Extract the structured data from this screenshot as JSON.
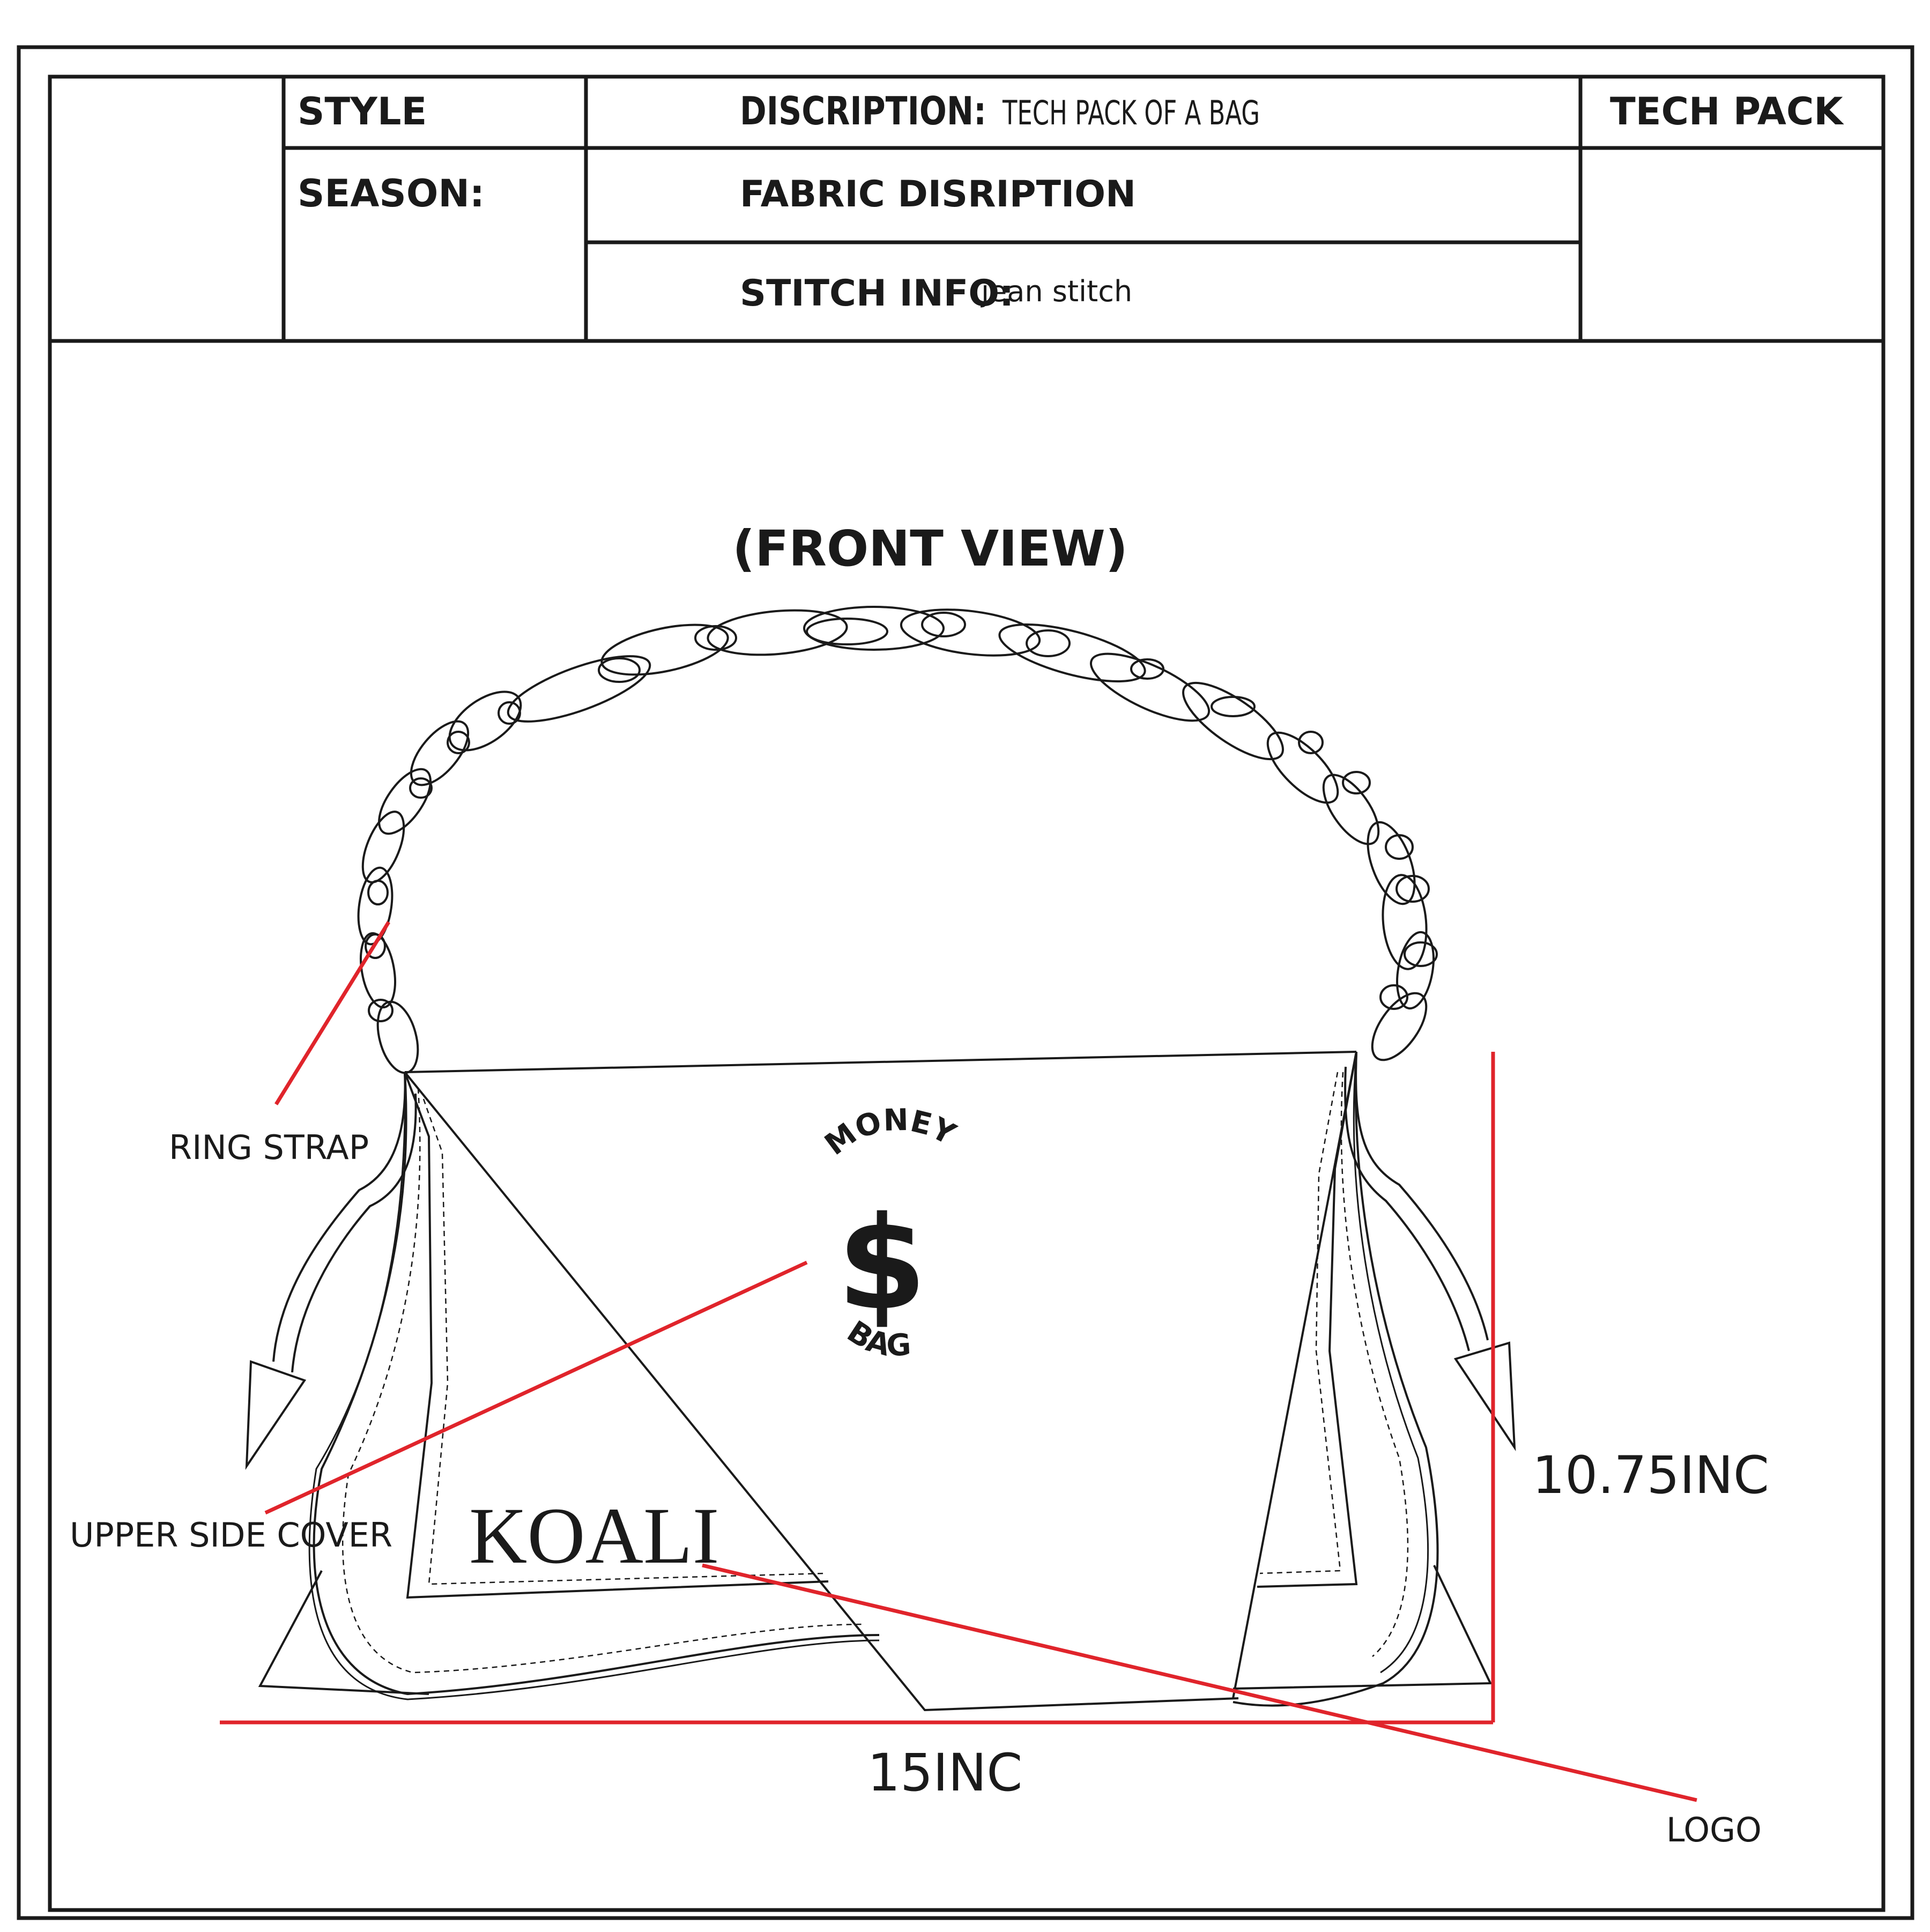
{
  "header": {
    "style_label": "STYLE",
    "season_label": "SEASON:",
    "description_label": "DISCRIPTION:",
    "description_value": "TECH PACK OF A BAG",
    "fabric_label": "FABRIC DISRIPTION",
    "stitch_label": "STITCH INFO:",
    "stitch_value": "jean stitch",
    "tech_pack_label": "TECH PACK"
  },
  "drawing": {
    "view_title": "(FRONT VIEW)",
    "callouts": {
      "ring_strap": "RING STRAP",
      "upper_side_cover": "UPPER SIDE COVER",
      "logo": "LOGO"
    },
    "dimensions": {
      "height": "10.75INC",
      "width": "15INC"
    },
    "brand_text": "KOALI",
    "emblem": {
      "top_word": "MONEY",
      "symbol": "$",
      "bottom_word": "BAG"
    },
    "colors": {
      "line": "#1a1a1a",
      "callout": "#e0242b"
    }
  }
}
